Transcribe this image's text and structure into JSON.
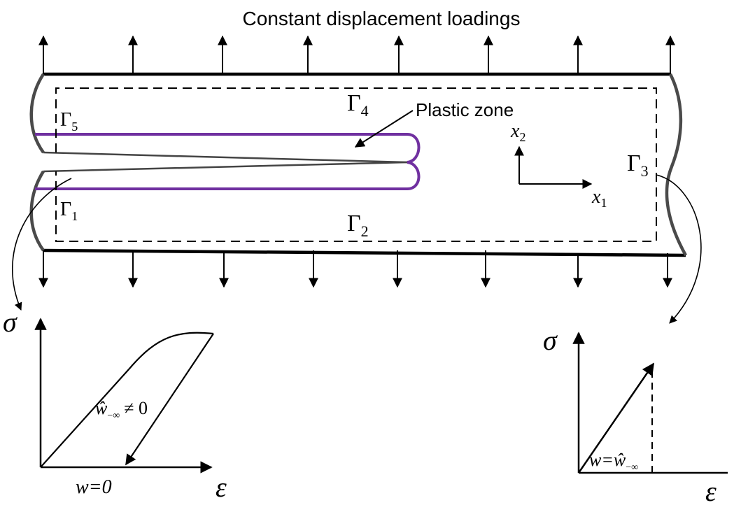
{
  "title": "Constant displacement loadings",
  "plastic_zone_label": "Plastic zone",
  "contours": {
    "gamma_symbol": "Γ",
    "g1": "1",
    "g2": "2",
    "g3": "3",
    "g4": "4",
    "g5": "5"
  },
  "axes": {
    "x_symbol": "x",
    "x1_sub": "1",
    "x2_sub": "2"
  },
  "left_plot": {
    "sigma": "σ",
    "epsilon": "ε",
    "w_hat": "ŵ",
    "w_hat_sub": "−∞",
    "neq_zero": "≠ 0",
    "w_zero": "w=0"
  },
  "right_plot": {
    "sigma": "σ",
    "epsilon": "ε",
    "w_eq": "w=",
    "w_hat": "ŵ",
    "w_hat_sub": "−∞"
  },
  "colors": {
    "line": "#000000",
    "plate_edge": "#4a4a4a",
    "plastic_zone": "#7030a0"
  }
}
